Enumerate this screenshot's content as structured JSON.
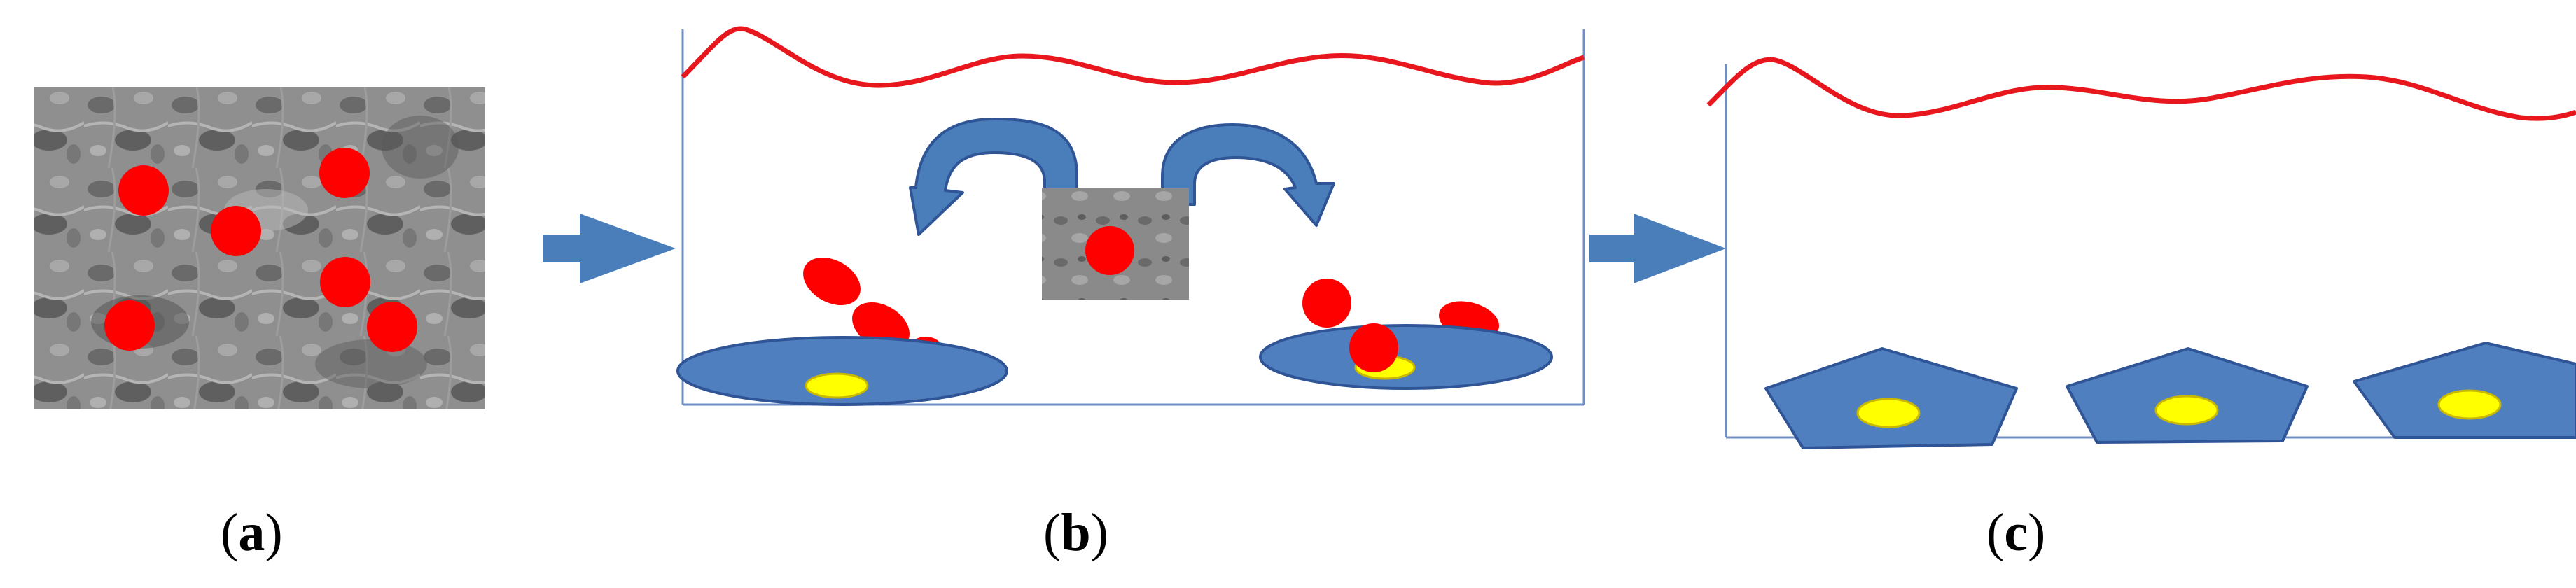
{
  "figure": {
    "panels": [
      {
        "id": "a",
        "open": "(",
        "letter": "a",
        "close": ")"
      },
      {
        "id": "b",
        "open": "(",
        "letter": "b",
        "close": ")"
      },
      {
        "id": "c",
        "open": "(",
        "letter": "c",
        "close": ")"
      }
    ]
  },
  "colors": {
    "particle": "#ff0000",
    "cell_body": "#4f7fbf",
    "cell_outline": "#2f5597",
    "nucleus": "#ffff00",
    "medium_line": "#e8161d",
    "arrow": "#4a7ebb",
    "well_outline": "#6f8fc9",
    "scaffold": "#8c8c8c"
  }
}
